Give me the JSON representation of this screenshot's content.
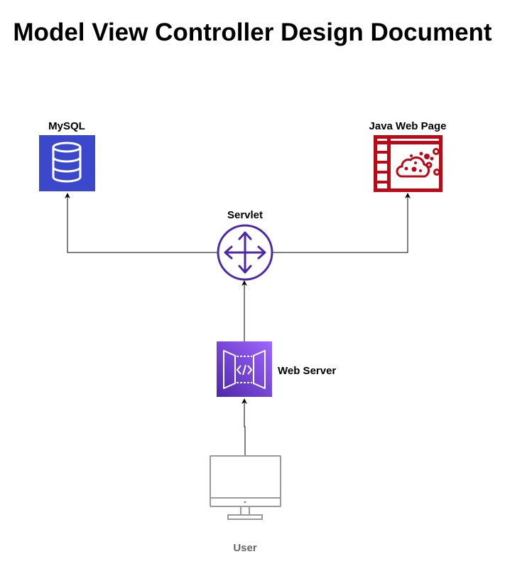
{
  "title": "Model View Controller Design Document",
  "nodes": {
    "mysql": {
      "label": "MySQL",
      "icon": "database-icon",
      "color": "#3b48cc"
    },
    "java_web_page": {
      "label": "Java Web Page",
      "icon": "web-page-cloud-icon",
      "color": "#bf0816"
    },
    "servlet": {
      "label": "Servlet",
      "icon": "router-arrows-icon",
      "color": "#4d27aa"
    },
    "web_server": {
      "label": "Web Server",
      "icon": "api-gateway-icon",
      "color": "#8c4fff"
    },
    "user": {
      "label": "User",
      "icon": "monitor-icon",
      "color": "#999999"
    }
  },
  "edges": [
    {
      "from": "User",
      "to": "Web Server"
    },
    {
      "from": "Web Server",
      "to": "Servlet"
    },
    {
      "from": "Servlet",
      "to": "MySQL"
    },
    {
      "from": "Servlet",
      "to": "Java Web Page"
    }
  ]
}
